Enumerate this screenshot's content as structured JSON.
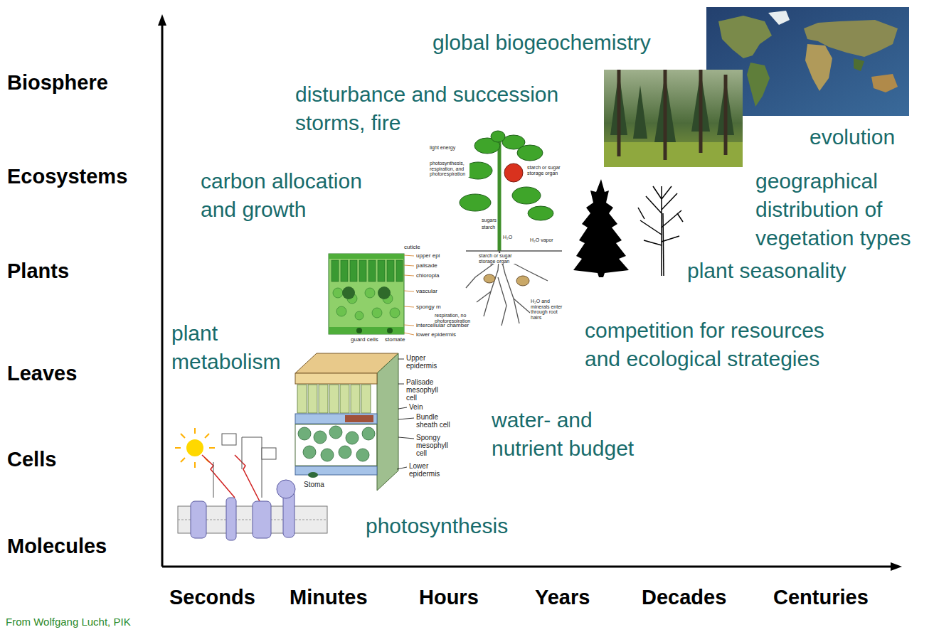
{
  "diagram": {
    "labels": [
      "global biogeochemistry",
      "Biosphere",
      "disturbance and succession storms, fire",
      "evolution",
      "carbon allocation and growth",
      "Ecosystems",
      "geographical distribution of vegetation types",
      "Plants",
      "plant seasonality",
      "plant metabolism",
      "competition for resources and ecological strategies",
      "Leaves",
      "water- and nutrient budget",
      "Cells",
      "photosynthesis",
      "Molecules",
      "Seconds",
      "Minutes",
      "Hours",
      "Years",
      "Decades",
      "Centuries",
      "From Wolfgang Lucht, PIK",
      "light energy",
      "photosynthesis, respiration, and photorespiration",
      "starch or sugar storage organ",
      "sugars",
      "starch",
      "H₂O vapor",
      "H₂O",
      "starch or sugar storage organ",
      "respiration, no photorespiration",
      "H₂O and minerals enter through root hairs",
      "cuticle",
      "upper epi",
      "palisade",
      "chloropla",
      "vascular",
      "spongy m",
      "intercellular chamber",
      "lower epidermis",
      "guard cells",
      "stomate",
      "Upper epidermis",
      "Palisade mesophyll cell",
      "Vein",
      "Bundle sheath cell",
      "Spongy mesophyll cell",
      "Lower epidermis",
      "Stoma"
    ]
  }
}
